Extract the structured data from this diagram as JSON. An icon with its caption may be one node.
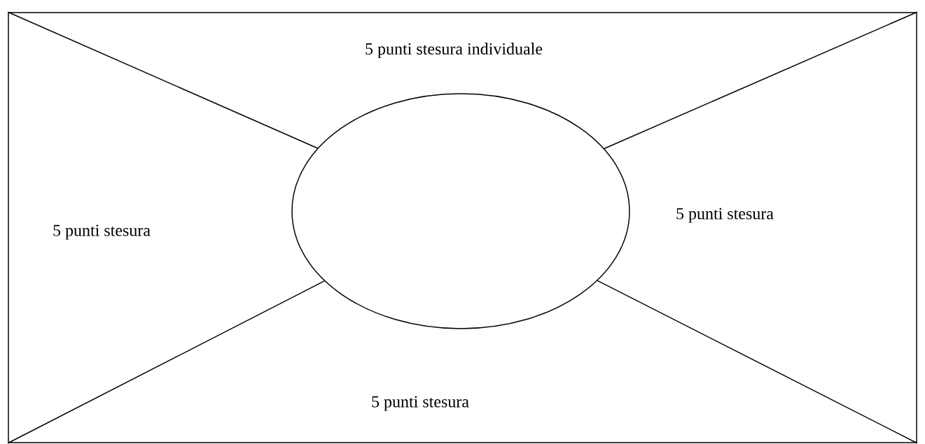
{
  "diagram": {
    "nodes": [
      {
        "text": [],
        "shape": "box"
      },
      {
        "text": [],
        "shape": "ellipse",
        "in": 0
      }
    ],
    "edges": [
      {
        "from": 0,
        "to": 1,
        "arrow": "none"
      },
      {
        "from": 0,
        "to": 1,
        "arrow": "none"
      },
      {
        "from": 0,
        "to": 1,
        "arrow": "none"
      },
      {
        "from": 0,
        "to": 1,
        "arrow": "none"
      }
    ],
    "labels": [
      "5 punti stesura individuale",
      "5 punti stesura",
      "5 punti stesura",
      "5 punti stesura"
    ]
  }
}
